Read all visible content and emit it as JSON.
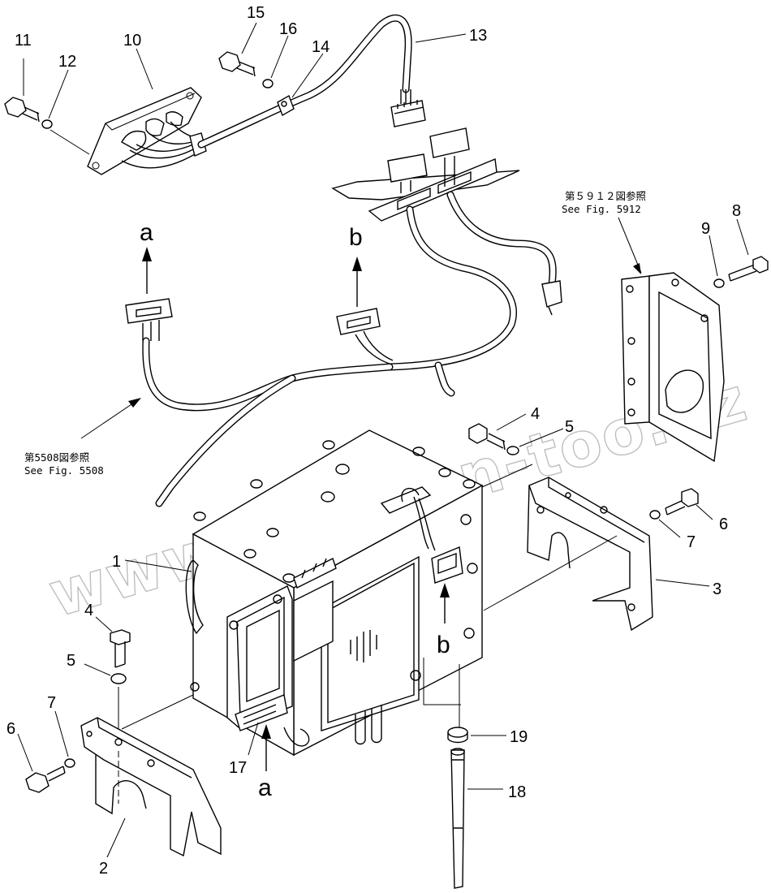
{
  "callouts": {
    "p1": "1",
    "p2": "2",
    "p3": "3",
    "p4a": "4",
    "p4b": "4",
    "p5a": "5",
    "p5b": "5",
    "p6a": "6",
    "p6b": "6",
    "p7a": "7",
    "p7b": "7",
    "p8": "8",
    "p9": "9",
    "p10": "10",
    "p11": "11",
    "p12": "12",
    "p13": "13",
    "p14": "14",
    "p15": "15",
    "p16": "16",
    "p17": "17",
    "p18": "18",
    "p19": "19"
  },
  "connector_marks": {
    "a_top": "a",
    "b_top": "b",
    "a_bottom": "a",
    "b_bottom": "b"
  },
  "references": {
    "fig5912_jp": "第５９１２図参照",
    "fig5912_en": "See Fig. 5912",
    "fig5508_jp": "第5508図参照",
    "fig5508_en": "See Fig. 5508"
  },
  "watermark": "www.sinhron-too.kz"
}
